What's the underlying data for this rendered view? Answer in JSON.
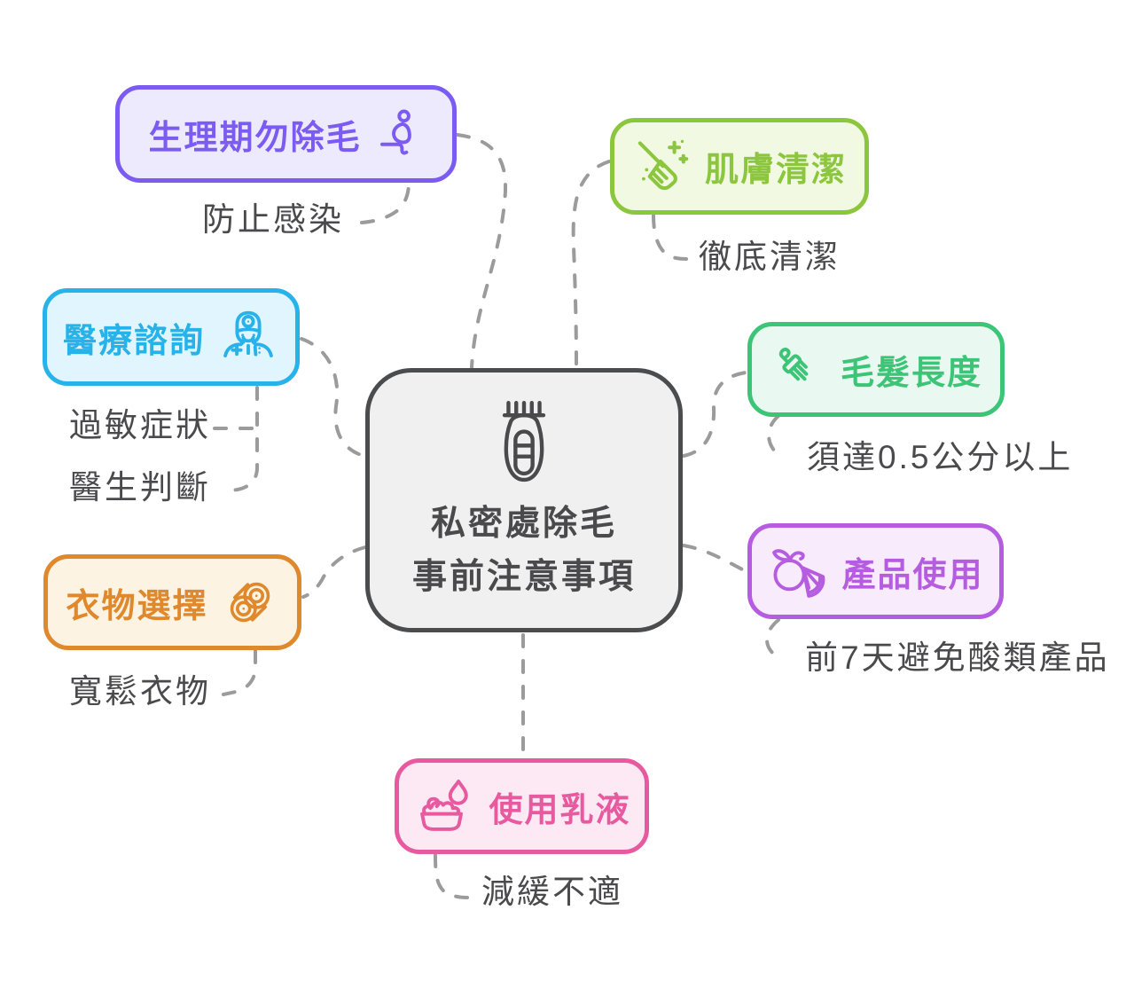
{
  "diagram": {
    "background": "#ffffff",
    "connector_color": "#9b9b9b",
    "note_color": "#4a4a4c",
    "center": {
      "icon": "hair-trimmer-icon",
      "title_line1": "私密處除毛",
      "title_line2": "事前注意事項",
      "border_color": "#4a4c4e",
      "bg_color": "#f0f0f1",
      "text_color": "#4a4a4c"
    },
    "branches": [
      {
        "id": "menstrual-period",
        "label": "生理期勿除毛",
        "icon": "pregnant-person-icon",
        "accent": "#7b5bf2",
        "bg": "#edeafd",
        "notes": [
          "防止感染"
        ]
      },
      {
        "id": "skin-cleansing",
        "label": "肌膚清潔",
        "icon": "broom-icon",
        "accent": "#8cc63e",
        "bg": "#f2f9e2",
        "notes": [
          "徹底清潔"
        ]
      },
      {
        "id": "medical-consult",
        "label": "醫療諮詢",
        "icon": "doctor-icon",
        "accent": "#27b2e9",
        "bg": "#e0f5fd",
        "notes": [
          "過敏症狀",
          "醫生判斷"
        ]
      },
      {
        "id": "hair-length",
        "label": "毛髮長度",
        "icon": "paint-brush-icon",
        "accent": "#3cc477",
        "bg": "#e9f8f0",
        "notes": [
          "須達0.5公分以上"
        ]
      },
      {
        "id": "product-use",
        "label": "產品使用",
        "icon": "citrus-fruit-icon",
        "accent": "#b55ce0",
        "bg": "#f8ecfc",
        "notes": [
          "前7天避免酸類產品"
        ]
      },
      {
        "id": "clothing-choice",
        "label": "衣物選擇",
        "icon": "rope-coil-icon",
        "accent": "#e0882c",
        "bg": "#fdf3e3",
        "notes": [
          "寬鬆衣物"
        ]
      },
      {
        "id": "use-lotion",
        "label": "使用乳液",
        "icon": "lotion-drop-icon",
        "accent": "#e85aa0",
        "bg": "#fde9f3",
        "notes": [
          "減緩不適"
        ]
      }
    ]
  }
}
